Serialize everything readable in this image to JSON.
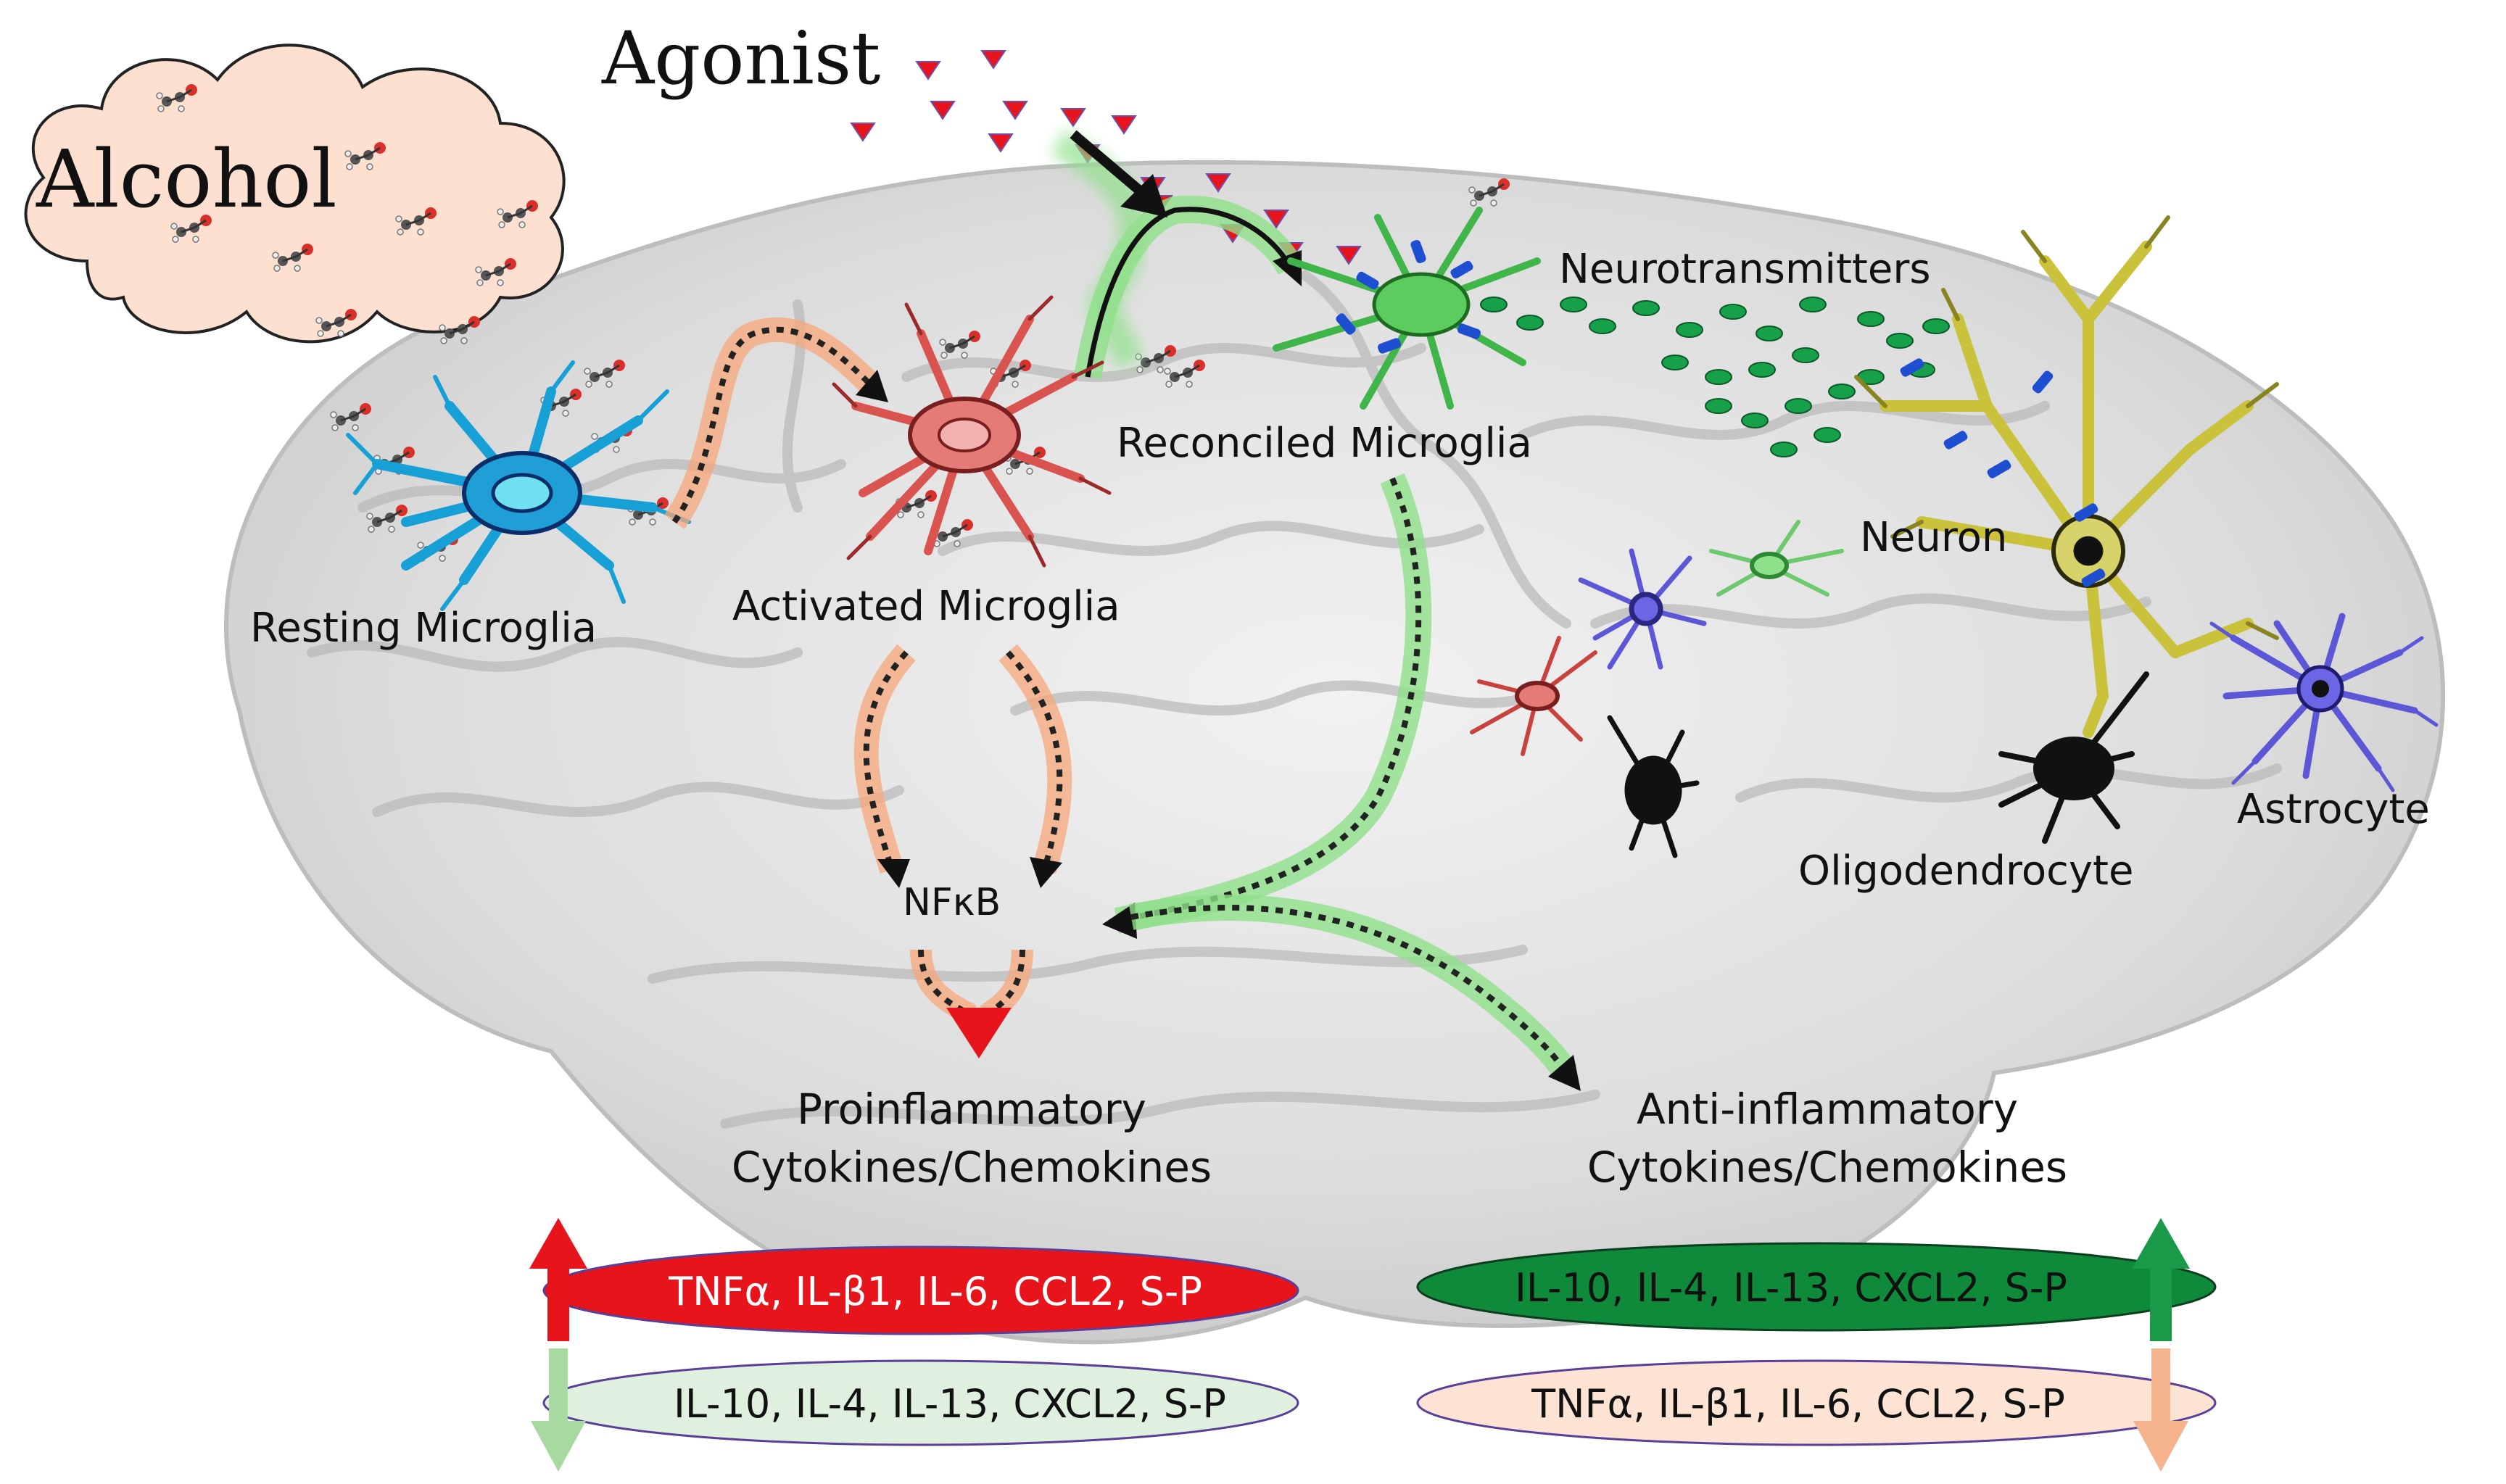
{
  "labels": {
    "alcohol": "Alcohol",
    "agonist": "Agonist",
    "neurotransmitters": "Neurotransmitters",
    "resting_microglia": "Resting Microglia",
    "activated_microglia": "Activated Microglia",
    "reconciled_microglia": "Reconciled Microglia",
    "neuron": "Neuron",
    "astrocyte": "Astrocyte",
    "oligodendrocyte": "Oligodendrocyte",
    "nfkb": "NFκB",
    "proinflammatory_line1": "Proinflammatory",
    "proinflammatory_line2": "Cytokines/Chemokines",
    "antiinflammatory_line1": "Anti-inflammatory",
    "antiinflammatory_line2": "Cytokines/Chemokines"
  },
  "pills": {
    "left_up": "TNFα, IL-β1, IL-6, CCL2, S-P",
    "left_down": "IL-10, IL-4, IL-13, CXCL2, S-P",
    "right_up": "IL-10, IL-4, IL-13, CXCL2, S-P",
    "right_down": "TNFα, IL-β1, IL-6, CCL2, S-P"
  },
  "colors": {
    "pro_red": "#e8141b",
    "anti_green": "#0e8a3a",
    "light_green": "#dff1de",
    "light_peach": "#fde3d3",
    "orange_glow": "#f7a77a",
    "green_glow": "#8fe08a",
    "resting_blue": "#1f9fd6",
    "activated_red": "#d9534f",
    "reconciled_green": "#3fb54a",
    "neuron_yellow": "#c9c23a",
    "astrocyte_purple": "#5b57d6"
  },
  "icons": {
    "cloud": "alcohol-cloud-icon",
    "molecule": "ethanol-molecule-icon",
    "agonist": "agonist-triangle-icon"
  }
}
